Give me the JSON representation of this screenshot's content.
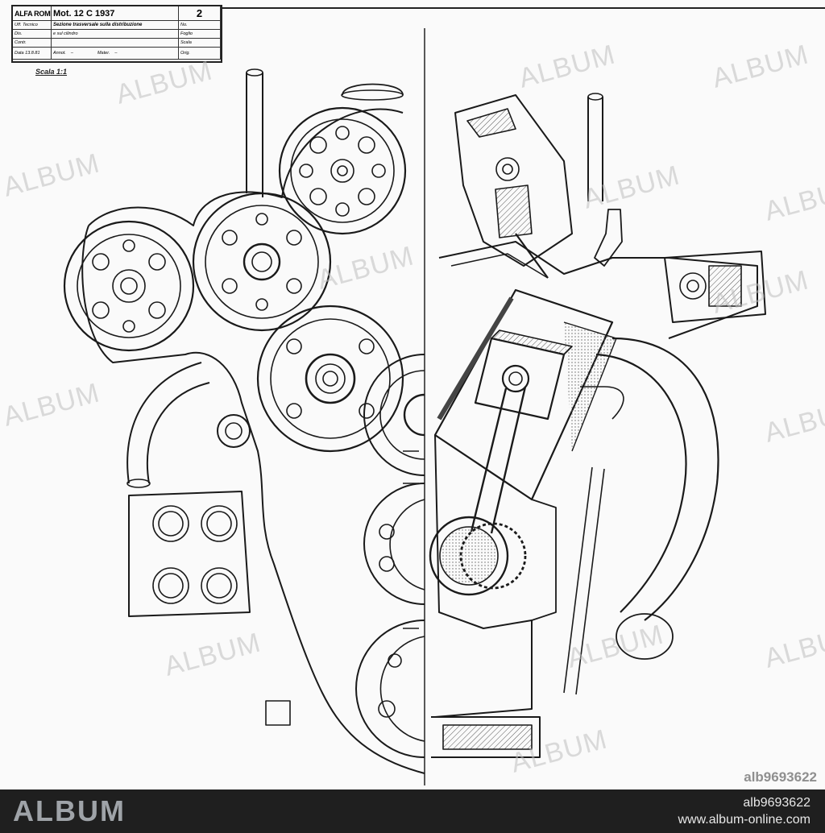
{
  "title_block": {
    "brand": "ALFA ROMEO",
    "motor": "Mot. 12 C 1937",
    "sheet_number": "2",
    "uff_label": "Uff. Tecnico",
    "description": "Sezione trasversale sulla distribuzione",
    "no_label": "No.",
    "dis_label": "Dis.",
    "desc_line2": "e sul cilindro",
    "foglio_label": "Foglio",
    "contr_label": "Contr.",
    "scala_label": "Scala",
    "data_label": "Data",
    "date_value": "13.8.81",
    "annot_label": "Annot.",
    "annot_value": "–",
    "mater_label": "Mater.",
    "mater_value": "–",
    "orig_label": "Orig."
  },
  "scale_note": "Scala 1:1",
  "watermarks": [
    "ALBUM",
    "ALBUM",
    "ALBUM",
    "ALBUM",
    "ALBUM",
    "ALBUM",
    "ALBUM",
    "ALBUM",
    "ALBUM",
    "ALBUM",
    "ALBUM",
    "ALBUM",
    "ALBUM",
    "ALBUM"
  ],
  "asset_id": "alb9693622",
  "footer": {
    "logo": "ALBUM",
    "id": "alb9693622",
    "url": "www.album-online.com"
  },
  "colors": {
    "ink": "#1a1a1a",
    "paper": "#fafafa",
    "watermark": "#bebebe",
    "footer_bg": "#1f1f1f",
    "footer_logo": "#9fa3a8"
  }
}
